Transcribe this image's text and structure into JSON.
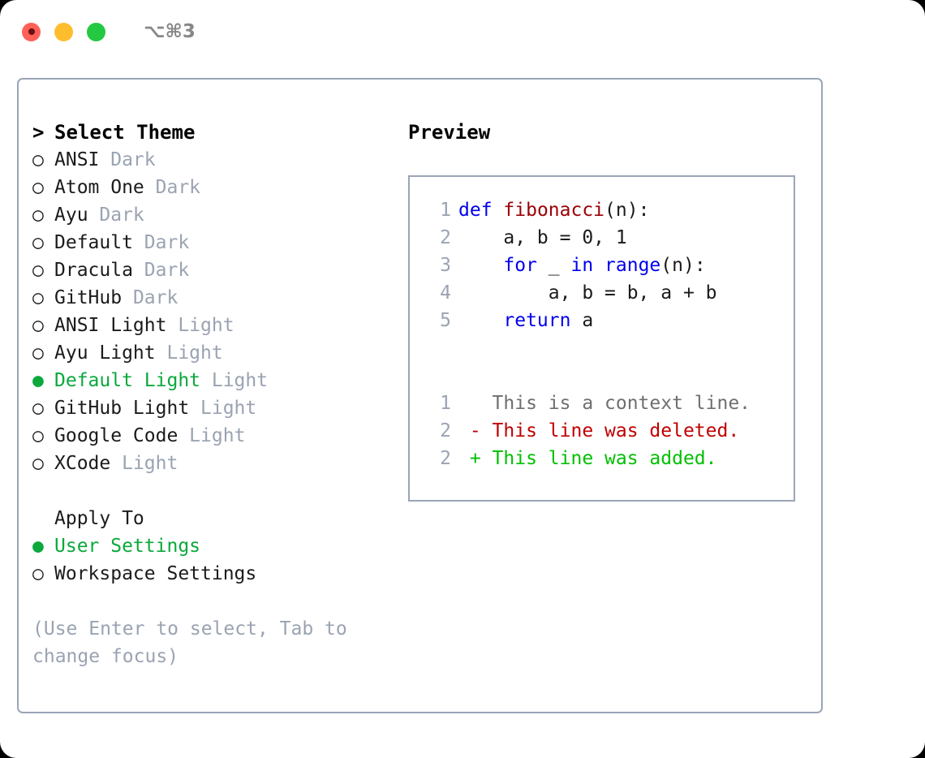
{
  "titlebar": {
    "shortcut": "⌥⌘3",
    "buttons": [
      {
        "name": "close",
        "color": "#ff6058"
      },
      {
        "name": "minimize",
        "color": "#ffbd2e"
      },
      {
        "name": "maximize",
        "color": "#23c940"
      }
    ]
  },
  "theme_picker": {
    "header_prefix": "> ",
    "header": "Select Theme",
    "bullet_unselected": "○ ",
    "bullet_selected": "● ",
    "items": [
      {
        "label": "ANSI",
        "tag": "Dark",
        "selected": false
      },
      {
        "label": "Atom One",
        "tag": "Dark",
        "selected": false
      },
      {
        "label": "Ayu",
        "tag": "Dark",
        "selected": false
      },
      {
        "label": "Default",
        "tag": "Dark",
        "selected": false
      },
      {
        "label": "Dracula",
        "tag": "Dark",
        "selected": false
      },
      {
        "label": "GitHub",
        "tag": "Dark",
        "selected": false
      },
      {
        "label": "ANSI Light",
        "tag": "Light",
        "selected": false
      },
      {
        "label": "Ayu Light",
        "tag": "Light",
        "selected": false
      },
      {
        "label": "Default Light",
        "tag": "Light",
        "selected": true
      },
      {
        "label": "GitHub Light",
        "tag": "Light",
        "selected": false
      },
      {
        "label": "Google Code",
        "tag": "Light",
        "selected": false
      },
      {
        "label": "XCode",
        "tag": "Light",
        "selected": false
      }
    ]
  },
  "apply_to": {
    "label": "Apply To",
    "options": [
      {
        "label": "User Settings",
        "selected": true
      },
      {
        "label": "Workspace Settings",
        "selected": false
      }
    ]
  },
  "hint": "(Use Enter to select, Tab to change focus)",
  "preview": {
    "title": "Preview",
    "code_lines": [
      {
        "num": "1",
        "indent": "",
        "segments": [
          {
            "text": "def",
            "style": "kw"
          },
          {
            "text": " ",
            "style": "plain"
          },
          {
            "text": "fibonacci",
            "style": "fn"
          },
          {
            "text": "(n):",
            "style": "plain"
          }
        ]
      },
      {
        "num": "2",
        "indent": "    ",
        "segments": [
          {
            "text": "a, b = 0, 1",
            "style": "plain"
          }
        ]
      },
      {
        "num": "3",
        "indent": "    ",
        "segments": [
          {
            "text": "for",
            "style": "kw"
          },
          {
            "text": " _ ",
            "style": "plain"
          },
          {
            "text": "in",
            "style": "kw"
          },
          {
            "text": " ",
            "style": "plain"
          },
          {
            "text": "range",
            "style": "kw"
          },
          {
            "text": "(n):",
            "style": "plain"
          }
        ]
      },
      {
        "num": "4",
        "indent": "        ",
        "segments": [
          {
            "text": "a, b = b, a + b",
            "style": "plain"
          }
        ]
      },
      {
        "num": "5",
        "indent": "    ",
        "segments": [
          {
            "text": "return",
            "style": "kw"
          },
          {
            "text": " a",
            "style": "plain"
          }
        ]
      }
    ],
    "diff_lines": [
      {
        "num": "1",
        "sign": "  ",
        "text": "This is a context line.",
        "kind": "context"
      },
      {
        "num": "2",
        "sign": "- ",
        "text": "This line was deleted.",
        "kind": "deleted"
      },
      {
        "num": "2",
        "sign": "+ ",
        "text": "This line was added.",
        "kind": "added"
      }
    ]
  },
  "colors": {
    "selected_green": "#0ba83c",
    "muted_gray": "#9aa3b2",
    "border": "#9aa5b6",
    "keyword_blue": "#0000ee",
    "function_red": "#9c0006",
    "diff_deleted": "#c00000",
    "diff_added": "#00c000"
  }
}
